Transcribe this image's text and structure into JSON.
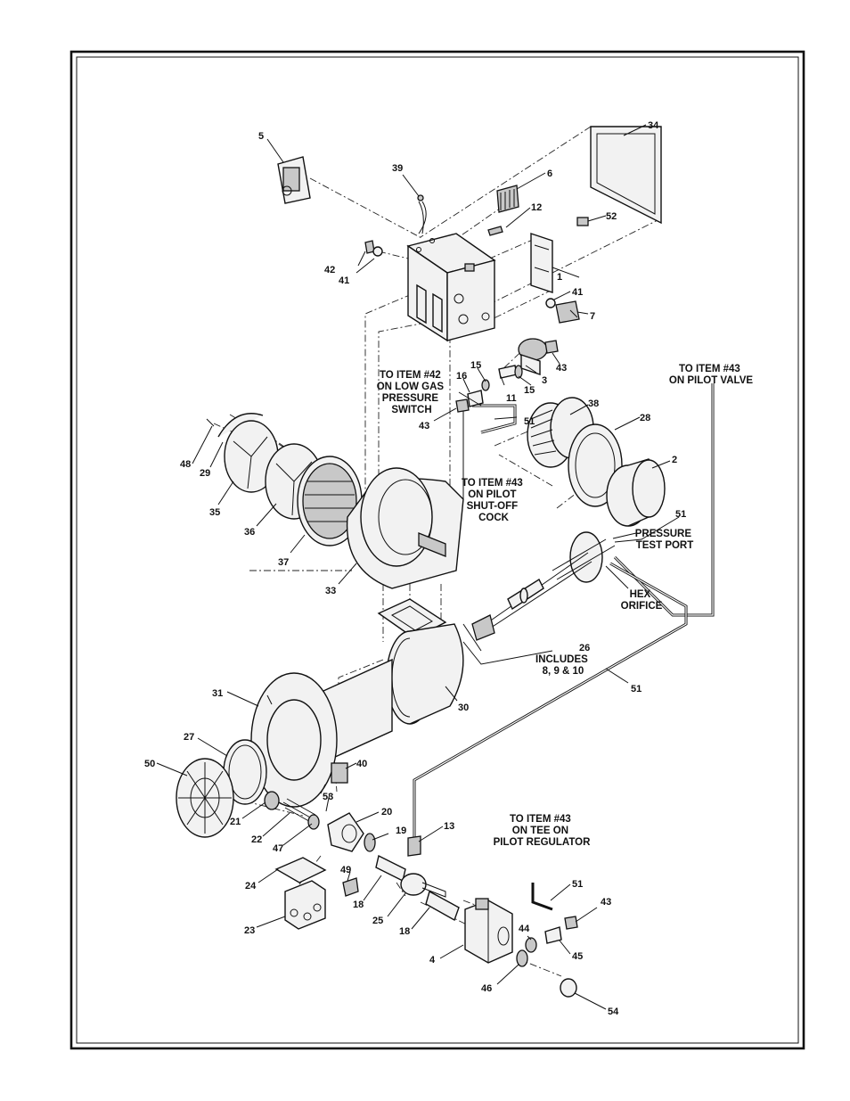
{
  "diagram": {
    "part_numbers": [
      "1",
      "2",
      "3",
      "4",
      "5",
      "6",
      "7",
      "11",
      "12",
      "13",
      "15",
      "15",
      "16",
      "18",
      "18",
      "19",
      "20",
      "21",
      "22",
      "23",
      "24",
      "25",
      "26",
      "27",
      "28",
      "29",
      "30",
      "31",
      "33",
      "34",
      "35",
      "36",
      "37",
      "38",
      "39",
      "40",
      "41",
      "41",
      "42",
      "43",
      "43",
      "43",
      "43",
      "44",
      "45",
      "46",
      "47",
      "48",
      "49",
      "50",
      "51",
      "51",
      "51",
      "51",
      "52",
      "53",
      "54"
    ],
    "callouts": {
      "low_gas_switch": [
        "TO ITEM #42",
        "ON LOW GAS",
        "PRESSURE",
        "SWITCH"
      ],
      "pilot_valve": [
        "TO ITEM #43",
        "ON PILOT VALVE"
      ],
      "pilot_shutoff": [
        "TO ITEM #43",
        "ON PILOT",
        "SHUT-OFF",
        "COCK"
      ],
      "pressure_test_port": [
        "PRESSURE",
        "TEST PORT"
      ],
      "hex_orifice": [
        "HEX",
        "ORIFICE"
      ],
      "includes": [
        "INCLUDES",
        "8, 9 & 10"
      ],
      "pilot_regulator": [
        "TO ITEM #43",
        "ON TEE ON",
        "PILOT REGULATOR"
      ]
    }
  }
}
